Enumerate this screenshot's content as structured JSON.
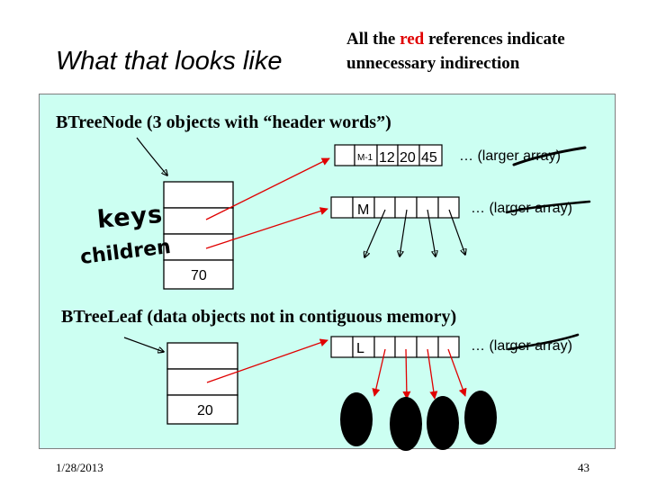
{
  "slide": {
    "title": "What that looks like",
    "note_line1_pre": "All the ",
    "note_red": "red",
    "note_line1_post": " references indicate",
    "note_line2": "unnecessary indirection"
  },
  "btree_node": {
    "heading": "BTreeNode (3 objects with “header words”)",
    "value_cell": "70",
    "keys_array": {
      "header": "M-1",
      "values": [
        "12",
        "20",
        "45"
      ],
      "ellipsis": "… (larger array)"
    },
    "children_array": {
      "header": "M",
      "ellipsis": "… (larger array)"
    },
    "handwritten_keys": "keys",
    "handwritten_children": "children"
  },
  "btree_leaf": {
    "heading": "BTreeLeaf (data objects not in contiguous memory)",
    "value_cell": "20",
    "data_array": {
      "header": "L",
      "ellipsis": "… (larger array)"
    }
  },
  "footer": {
    "date": "1/28/2013",
    "page": "43"
  },
  "colors": {
    "panel_background": "#ccfff2",
    "indirection_arrow": "#e00000",
    "data_object": "#000000"
  }
}
